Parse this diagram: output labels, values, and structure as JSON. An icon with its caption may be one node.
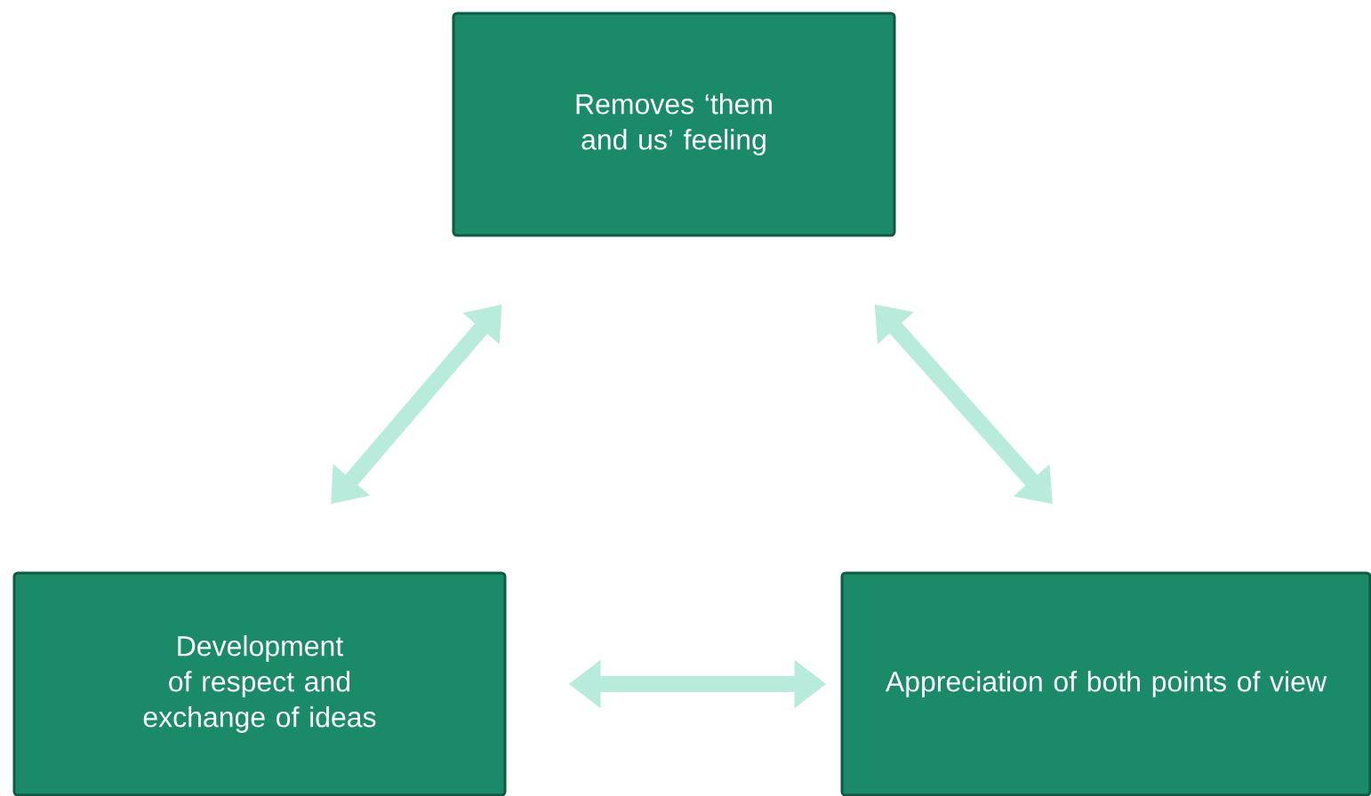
{
  "diagram": {
    "nodes": [
      {
        "text": [
          "Removes ‘them and us’ feeling"
        ]
      },
      {
        "text": [
          "Development of respect and exchange of ideas"
        ]
      },
      {
        "text": [
          "Appreciation of both points of view"
        ]
      }
    ],
    "edges": [
      {
        "from": 0,
        "to": 1,
        "arrow": "both"
      },
      {
        "from": 0,
        "to": 2,
        "arrow": "both"
      },
      {
        "from": 1,
        "to": 2,
        "arrow": "both"
      }
    ]
  }
}
